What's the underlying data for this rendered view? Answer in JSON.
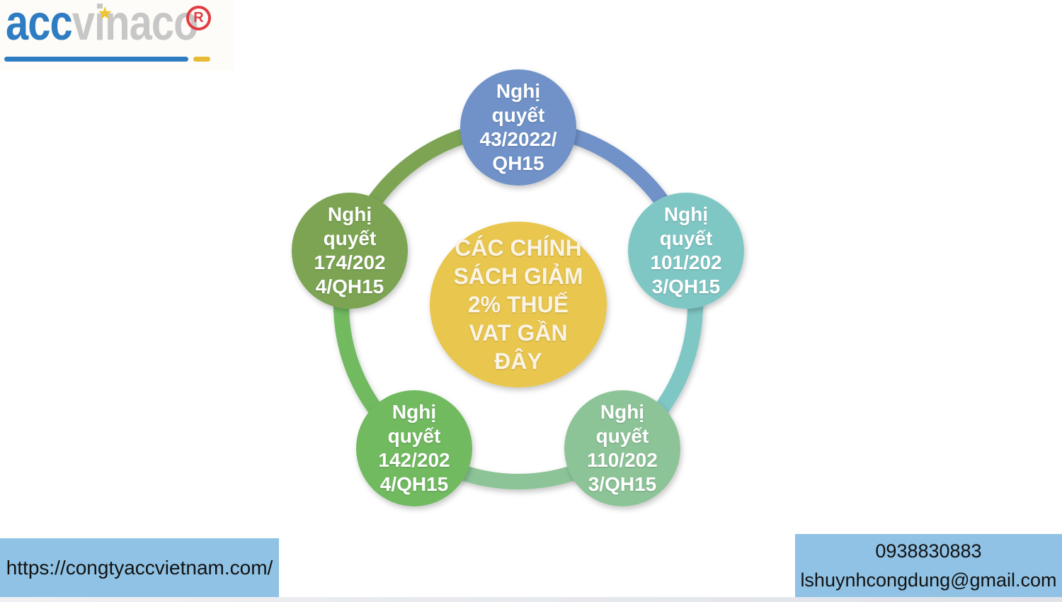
{
  "logo": {
    "text_blue": "acc",
    "text_gray": "vinaco",
    "registered_mark": "R",
    "star_icon": "★",
    "blue_color": "#2e7dc2",
    "gray_color": "#c7c7c7",
    "red_color": "#e13b42",
    "accent_yellow": "#e9bb35"
  },
  "diagram": {
    "center": {
      "label": "CÁC CHÍNH\nSÁCH GIẢM\n2% THUẾ\nVAT GẦN\nĐÂY",
      "color": "#e9c64e",
      "text_color": "#fbf4e4"
    },
    "nodes": [
      {
        "id": "top",
        "label": "Nghị\nquyết\n43/2022/\nQH15",
        "color": "#6f92c9"
      },
      {
        "id": "right",
        "label": "Nghị\nquyết\n101/202\n3/QH15",
        "color": "#7fc7c5"
      },
      {
        "id": "bottom-right",
        "label": "Nghị\nquyết\n110/202\n3/QH15",
        "color": "#8dc497"
      },
      {
        "id": "bottom-left",
        "label": "Nghị\nquyết\n142/202\n4/QH15",
        "color": "#71ba61"
      },
      {
        "id": "left",
        "label": "Nghị\nquyết\n174/202\n4/QH15",
        "color": "#7ba452"
      }
    ]
  },
  "footer": {
    "website": "https://congtyaccvietnam.com/",
    "phone": "0938830883",
    "email": "lshuynhcongdung@gmail.com",
    "box_color": "#8fc2e4"
  }
}
